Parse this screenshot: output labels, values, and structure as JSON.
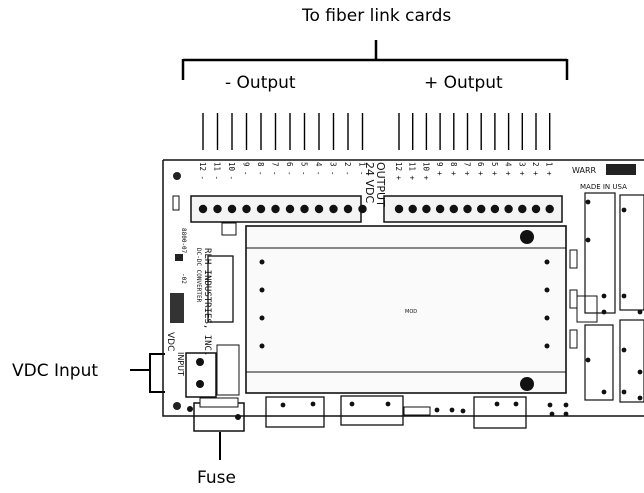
{
  "callouts": {
    "top": "To fiber link cards",
    "neg": "- Output",
    "pos": "+ Output",
    "vdc_input": "VDC Input",
    "fuse": "Fuse"
  },
  "board": {
    "maker": "RLH INDUSTRIES, INC.",
    "product": "DC-DC CONVERTER",
    "part_no": "8800-07",
    "rev": "-02",
    "made_in": "MADE IN USA",
    "warr": "WARR",
    "output_line1": "24 VDC",
    "output_line2": "OUTPUT",
    "vdc": "VDC",
    "input": "INPUT",
    "center_mark": "MOD",
    "neg_terminals": [
      "12",
      "11",
      "10",
      "9",
      "8",
      "7",
      "6",
      "5",
      "4",
      "3",
      "2",
      "1"
    ],
    "pos_terminals": [
      "12",
      "11",
      "10",
      "9",
      "8",
      "7",
      "6",
      "5",
      "4",
      "3",
      "2",
      "1"
    ],
    "neg_sign": "-",
    "pos_sign": "+"
  }
}
